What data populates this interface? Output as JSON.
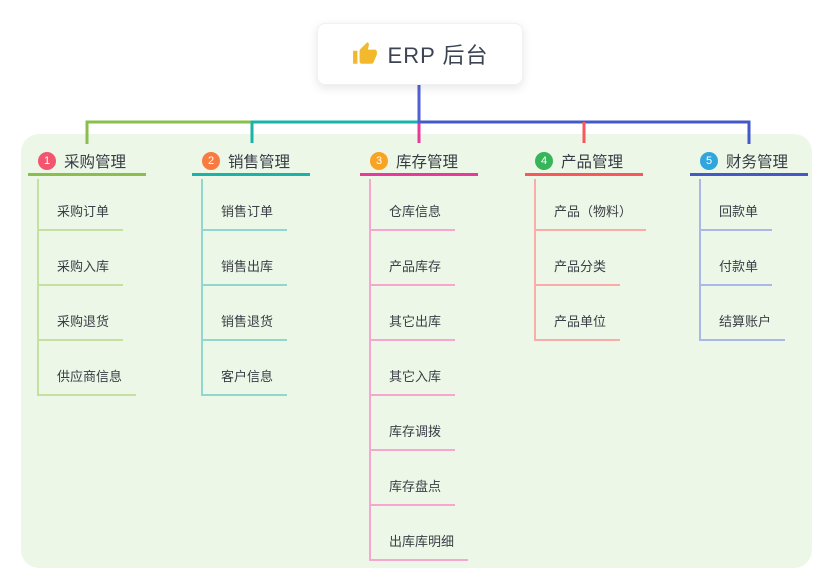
{
  "root": {
    "title": "ERP 后台",
    "icon": "thumbs-up-icon",
    "icon_color": "#f2b92d",
    "connector_color": "#5161d4"
  },
  "panel": {
    "background": "#edf7e7"
  },
  "branches": [
    {
      "number": "1",
      "title": "采购管理",
      "badge_color": "#f2566e",
      "line_color": "#8abf4e",
      "light_color": "#c4e1a0",
      "children": [
        "采购订单",
        "采购入库",
        "采购退货",
        "供应商信息"
      ]
    },
    {
      "number": "2",
      "title": "销售管理",
      "badge_color": "#f87b41",
      "line_color": "#19b4a7",
      "light_color": "#90d8cf",
      "children": [
        "销售订单",
        "销售出库",
        "销售退货",
        "客户信息"
      ]
    },
    {
      "number": "3",
      "title": "库存管理",
      "badge_color": "#f8a324",
      "line_color": "#e83a9b",
      "light_color": "#f6a6cf",
      "children": [
        "仓库信息",
        "产品库存",
        "其它出库",
        "其它入库",
        "库存调拨",
        "库存盘点",
        "出库库明细"
      ]
    },
    {
      "number": "4",
      "title": "产品管理",
      "badge_color": "#38b55b",
      "line_color": "#f8575b",
      "light_color": "#fbaba8",
      "children": [
        "产品（物料）",
        "产品分类",
        "产品单位"
      ]
    },
    {
      "number": "5",
      "title": "财务管理",
      "badge_color": "#31a5de",
      "line_color": "#4458c8",
      "light_color": "#a9b8e9",
      "children": [
        "回款单",
        "付款单",
        "结算账户"
      ]
    }
  ]
}
